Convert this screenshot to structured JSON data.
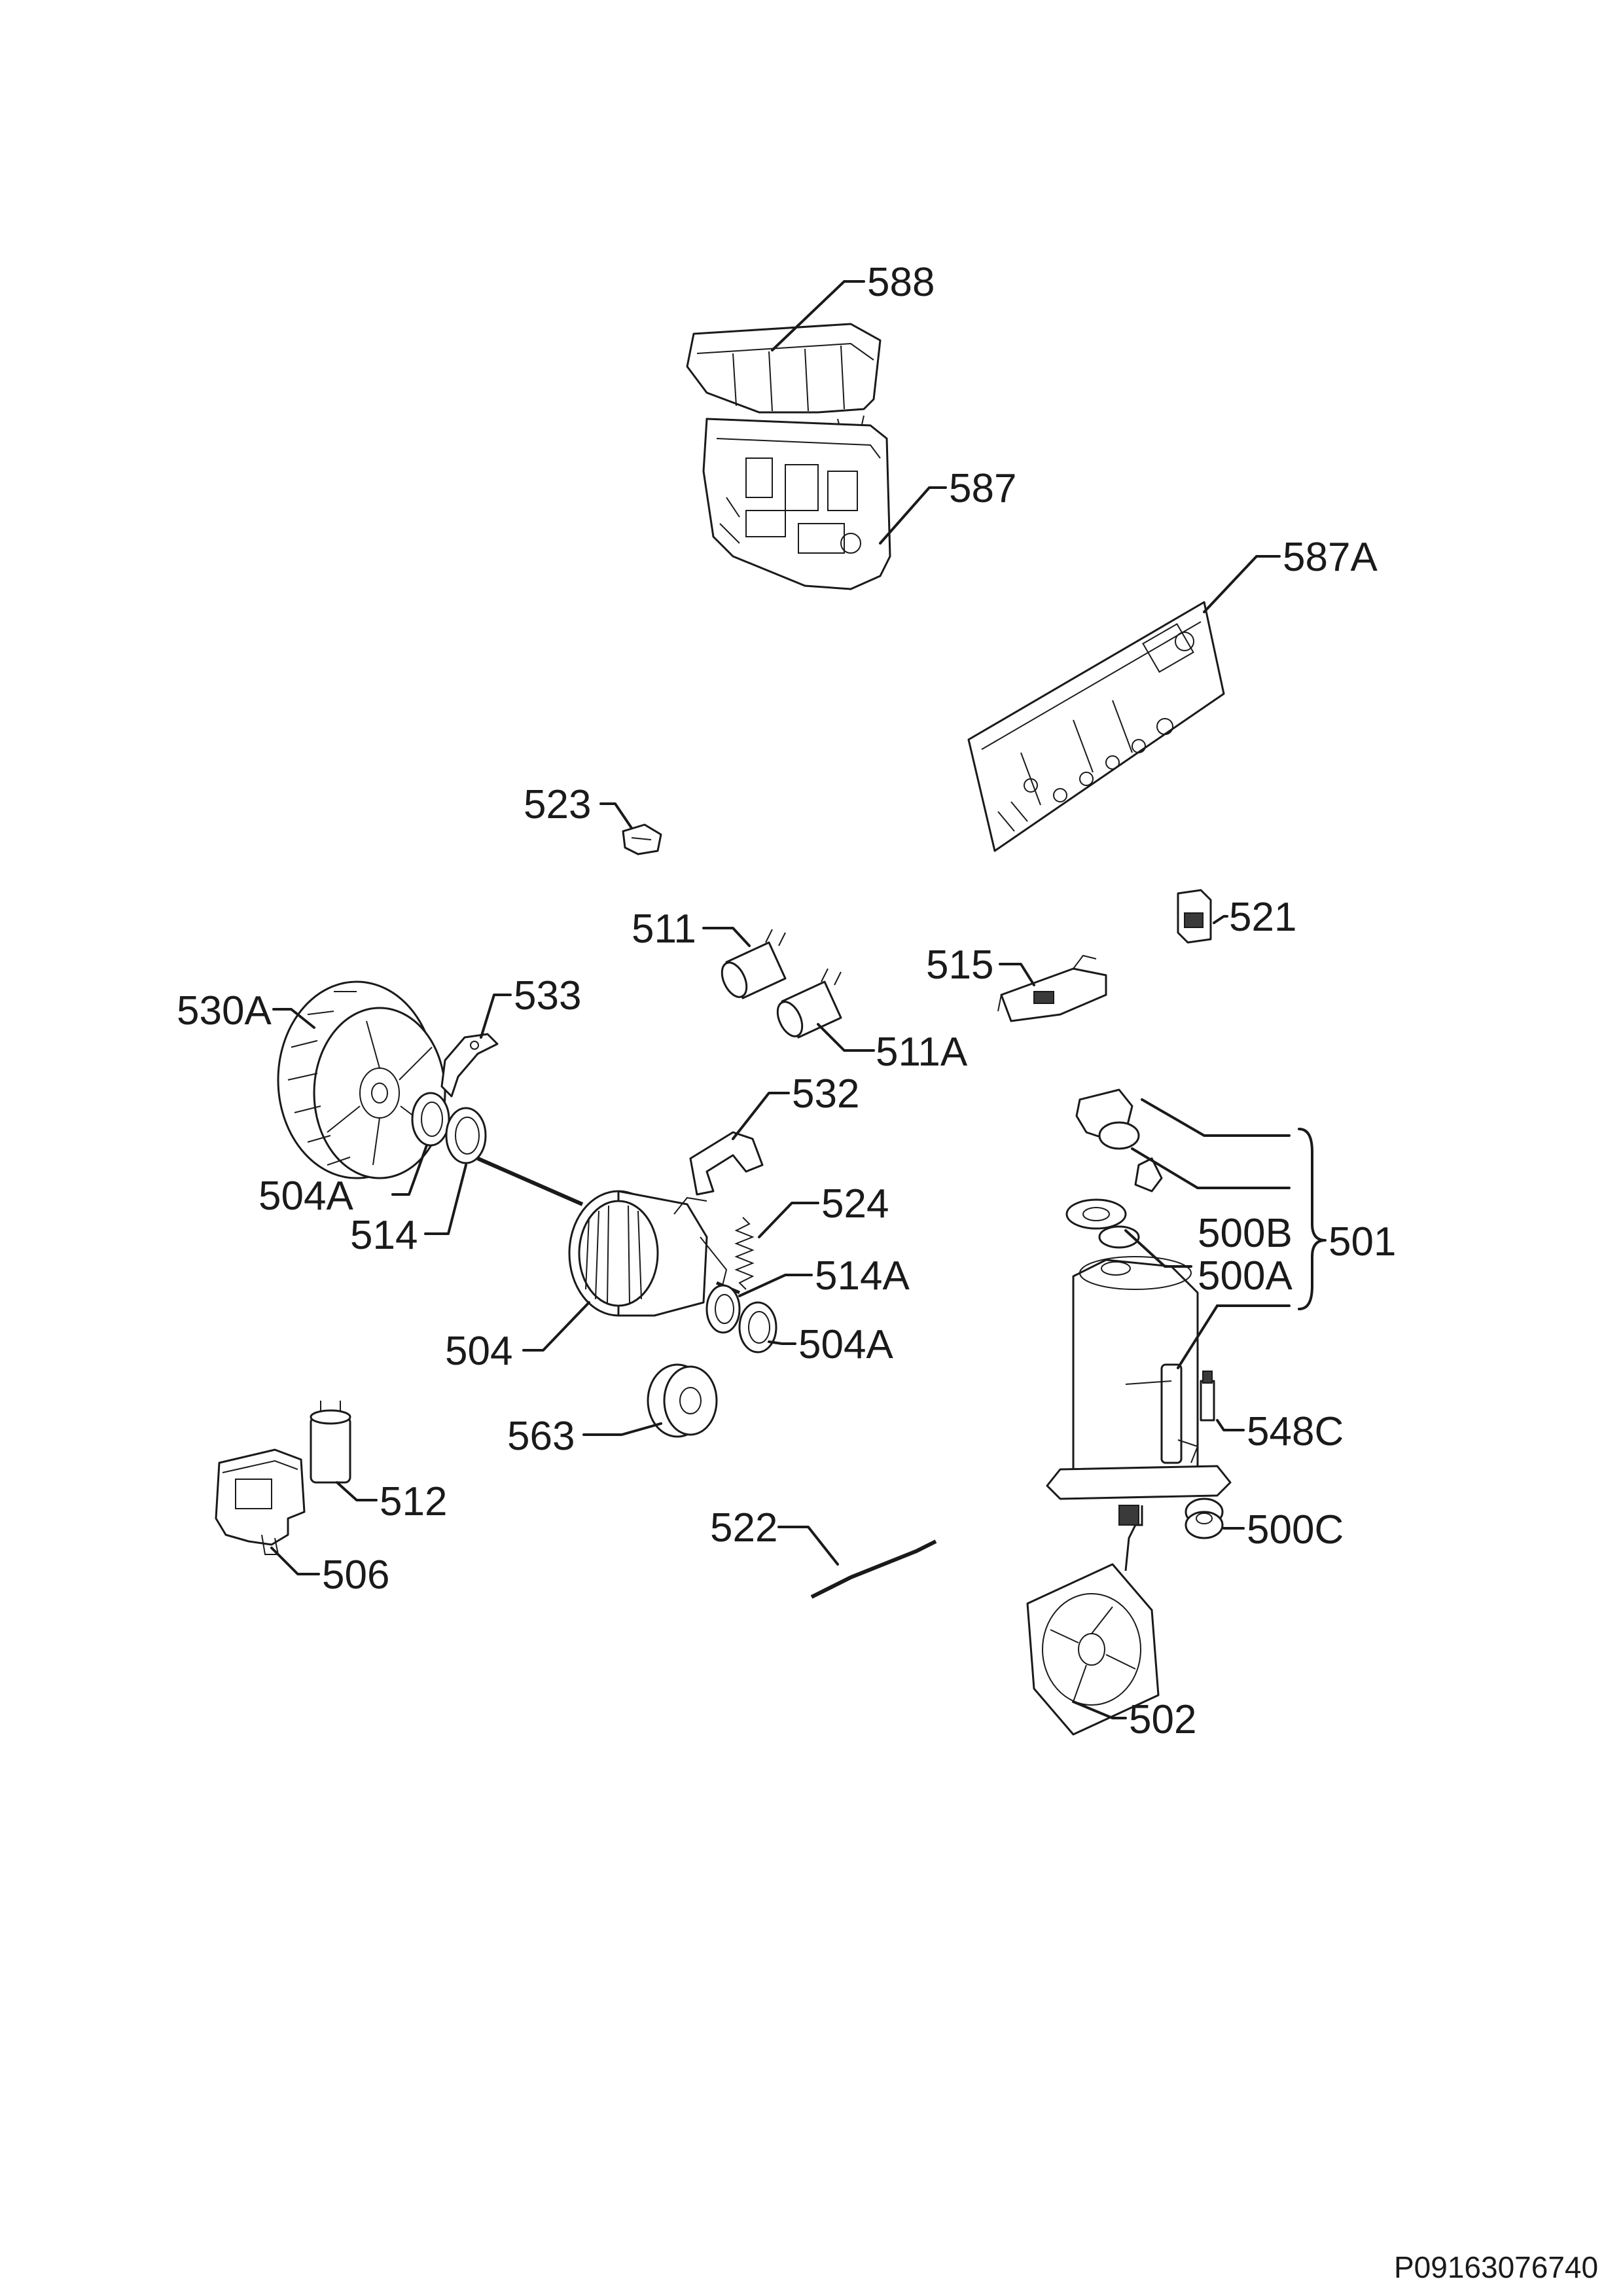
{
  "labels": {
    "p588": "588",
    "p587": "587",
    "p587A": "587A",
    "p523": "523",
    "p521": "521",
    "p511": "511",
    "p515": "515",
    "p511A": "511A",
    "p530A": "530A",
    "p533": "533",
    "p532": "532",
    "p504A_left": "504A",
    "p514": "514",
    "p524": "524",
    "p514A": "514A",
    "p504": "504",
    "p504A_right": "504A",
    "p563": "563",
    "p512": "512",
    "p506": "506",
    "p522": "522",
    "p500B": "500B",
    "p500A": "500A",
    "p501": "501",
    "p548C": "548C",
    "p500C": "500C",
    "p502": "502"
  },
  "document_id": "P09163076740"
}
